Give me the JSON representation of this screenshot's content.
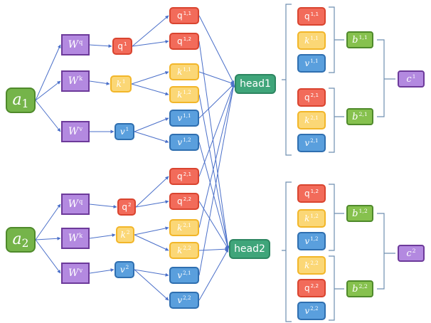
{
  "inputs": [
    {
      "id": "a1",
      "base": "a",
      "sub": "1"
    },
    {
      "id": "a2",
      "base": "a",
      "sub": "2"
    }
  ],
  "weights": [
    {
      "id": "Wq1",
      "base": "W",
      "sup": "q"
    },
    {
      "id": "Wk1",
      "base": "W",
      "sup": "k"
    },
    {
      "id": "Wv1",
      "base": "W",
      "sup": "v"
    },
    {
      "id": "Wq2",
      "base": "W",
      "sup": "q"
    },
    {
      "id": "Wk2",
      "base": "W",
      "sup": "k"
    },
    {
      "id": "Wv2",
      "base": "W",
      "sup": "v"
    }
  ],
  "projections": [
    {
      "id": "q1",
      "base": "q",
      "sup": "1"
    },
    {
      "id": "k1",
      "base": "k",
      "sup": "1"
    },
    {
      "id": "v1",
      "base": "v",
      "sup": "1"
    },
    {
      "id": "q2",
      "base": "q",
      "sup": "2"
    },
    {
      "id": "k2",
      "base": "k",
      "sup": "2"
    },
    {
      "id": "v2",
      "base": "v",
      "sup": "2"
    }
  ],
  "head_splits": [
    {
      "id": "q11",
      "base": "q",
      "sup": "1,1"
    },
    {
      "id": "q12",
      "base": "q",
      "sup": "1,2"
    },
    {
      "id": "k11",
      "base": "k",
      "sup": "1,1"
    },
    {
      "id": "k12",
      "base": "k",
      "sup": "1,2"
    },
    {
      "id": "v11",
      "base": "v",
      "sup": "1,1"
    },
    {
      "id": "v12",
      "base": "v",
      "sup": "1,2"
    },
    {
      "id": "q21",
      "base": "q",
      "sup": "2,1"
    },
    {
      "id": "q22",
      "base": "q",
      "sup": "2,2"
    },
    {
      "id": "k21",
      "base": "k",
      "sup": "2,1"
    },
    {
      "id": "k22",
      "base": "k",
      "sup": "2,2"
    },
    {
      "id": "v21",
      "base": "v",
      "sup": "2,1"
    },
    {
      "id": "v22",
      "base": "v",
      "sup": "2,2"
    }
  ],
  "heads": [
    {
      "id": "head1",
      "label": "head1"
    },
    {
      "id": "head2",
      "label": "head2"
    }
  ],
  "head_groups": [
    {
      "id": "g1q11",
      "base": "q",
      "sup": "1,1"
    },
    {
      "id": "g1k11",
      "base": "k",
      "sup": "1,1"
    },
    {
      "id": "g1v11",
      "base": "v",
      "sup": "1,1"
    },
    {
      "id": "g1q21",
      "base": "q",
      "sup": "2,1"
    },
    {
      "id": "g1k21",
      "base": "k",
      "sup": "2,1"
    },
    {
      "id": "g1v21",
      "base": "v",
      "sup": "2,1"
    },
    {
      "id": "g2q12",
      "base": "q",
      "sup": "1,2"
    },
    {
      "id": "g2k12",
      "base": "k",
      "sup": "1,2"
    },
    {
      "id": "g2v12",
      "base": "v",
      "sup": "1,2"
    },
    {
      "id": "g2k22",
      "base": "k",
      "sup": "2,2"
    },
    {
      "id": "g2q22",
      "base": "q",
      "sup": "2,2"
    },
    {
      "id": "g2v22",
      "base": "v",
      "sup": "2,2"
    }
  ],
  "outputs": [
    {
      "id": "b11",
      "base": "b",
      "sup": "1,1"
    },
    {
      "id": "b21",
      "base": "b",
      "sup": "2,1"
    },
    {
      "id": "b12",
      "base": "b",
      "sup": "1,2"
    },
    {
      "id": "b22",
      "base": "b",
      "sup": "2,2"
    },
    {
      "id": "c1",
      "base": "c",
      "sup": "1"
    },
    {
      "id": "c2",
      "base": "c",
      "sup": "2"
    }
  ],
  "edges": [
    [
      "a1",
      "Wq1"
    ],
    [
      "a1",
      "Wk1"
    ],
    [
      "a1",
      "Wv1"
    ],
    [
      "Wq1",
      "q1"
    ],
    [
      "Wk1",
      "k1"
    ],
    [
      "Wv1",
      "v1"
    ],
    [
      "q1",
      "q11"
    ],
    [
      "q1",
      "q12"
    ],
    [
      "k1",
      "k11"
    ],
    [
      "k1",
      "k12"
    ],
    [
      "v1",
      "v11"
    ],
    [
      "v1",
      "v12"
    ],
    [
      "a2",
      "Wq2"
    ],
    [
      "a2",
      "Wk2"
    ],
    [
      "a2",
      "Wv2"
    ],
    [
      "Wq2",
      "q2"
    ],
    [
      "Wk2",
      "k2"
    ],
    [
      "Wv2",
      "v2"
    ],
    [
      "q2",
      "q21"
    ],
    [
      "q2",
      "q22"
    ],
    [
      "k2",
      "k21"
    ],
    [
      "k2",
      "k22"
    ],
    [
      "v2",
      "v21"
    ],
    [
      "v2",
      "v22"
    ],
    [
      "q11",
      "head1"
    ],
    [
      "k11",
      "head1"
    ],
    [
      "v11",
      "head1"
    ],
    [
      "q21",
      "head1"
    ],
    [
      "k21",
      "head1"
    ],
    [
      "v21",
      "head1"
    ],
    [
      "q12",
      "head2"
    ],
    [
      "k12",
      "head2"
    ],
    [
      "v12",
      "head2"
    ],
    [
      "q22",
      "head2"
    ],
    [
      "k22",
      "head2"
    ],
    [
      "v22",
      "head2"
    ]
  ],
  "colors": {
    "edge": "#4a6fc9",
    "bracket": "#6f8fb0",
    "q_fill": "#f26b5a",
    "k_fill": "#fbd776",
    "v_fill": "#5a9fdd",
    "W_fill": "#b389e0",
    "a_fill": "#75b44a",
    "b_fill": "#86c14e",
    "head_fill": "#3fa57a"
  }
}
